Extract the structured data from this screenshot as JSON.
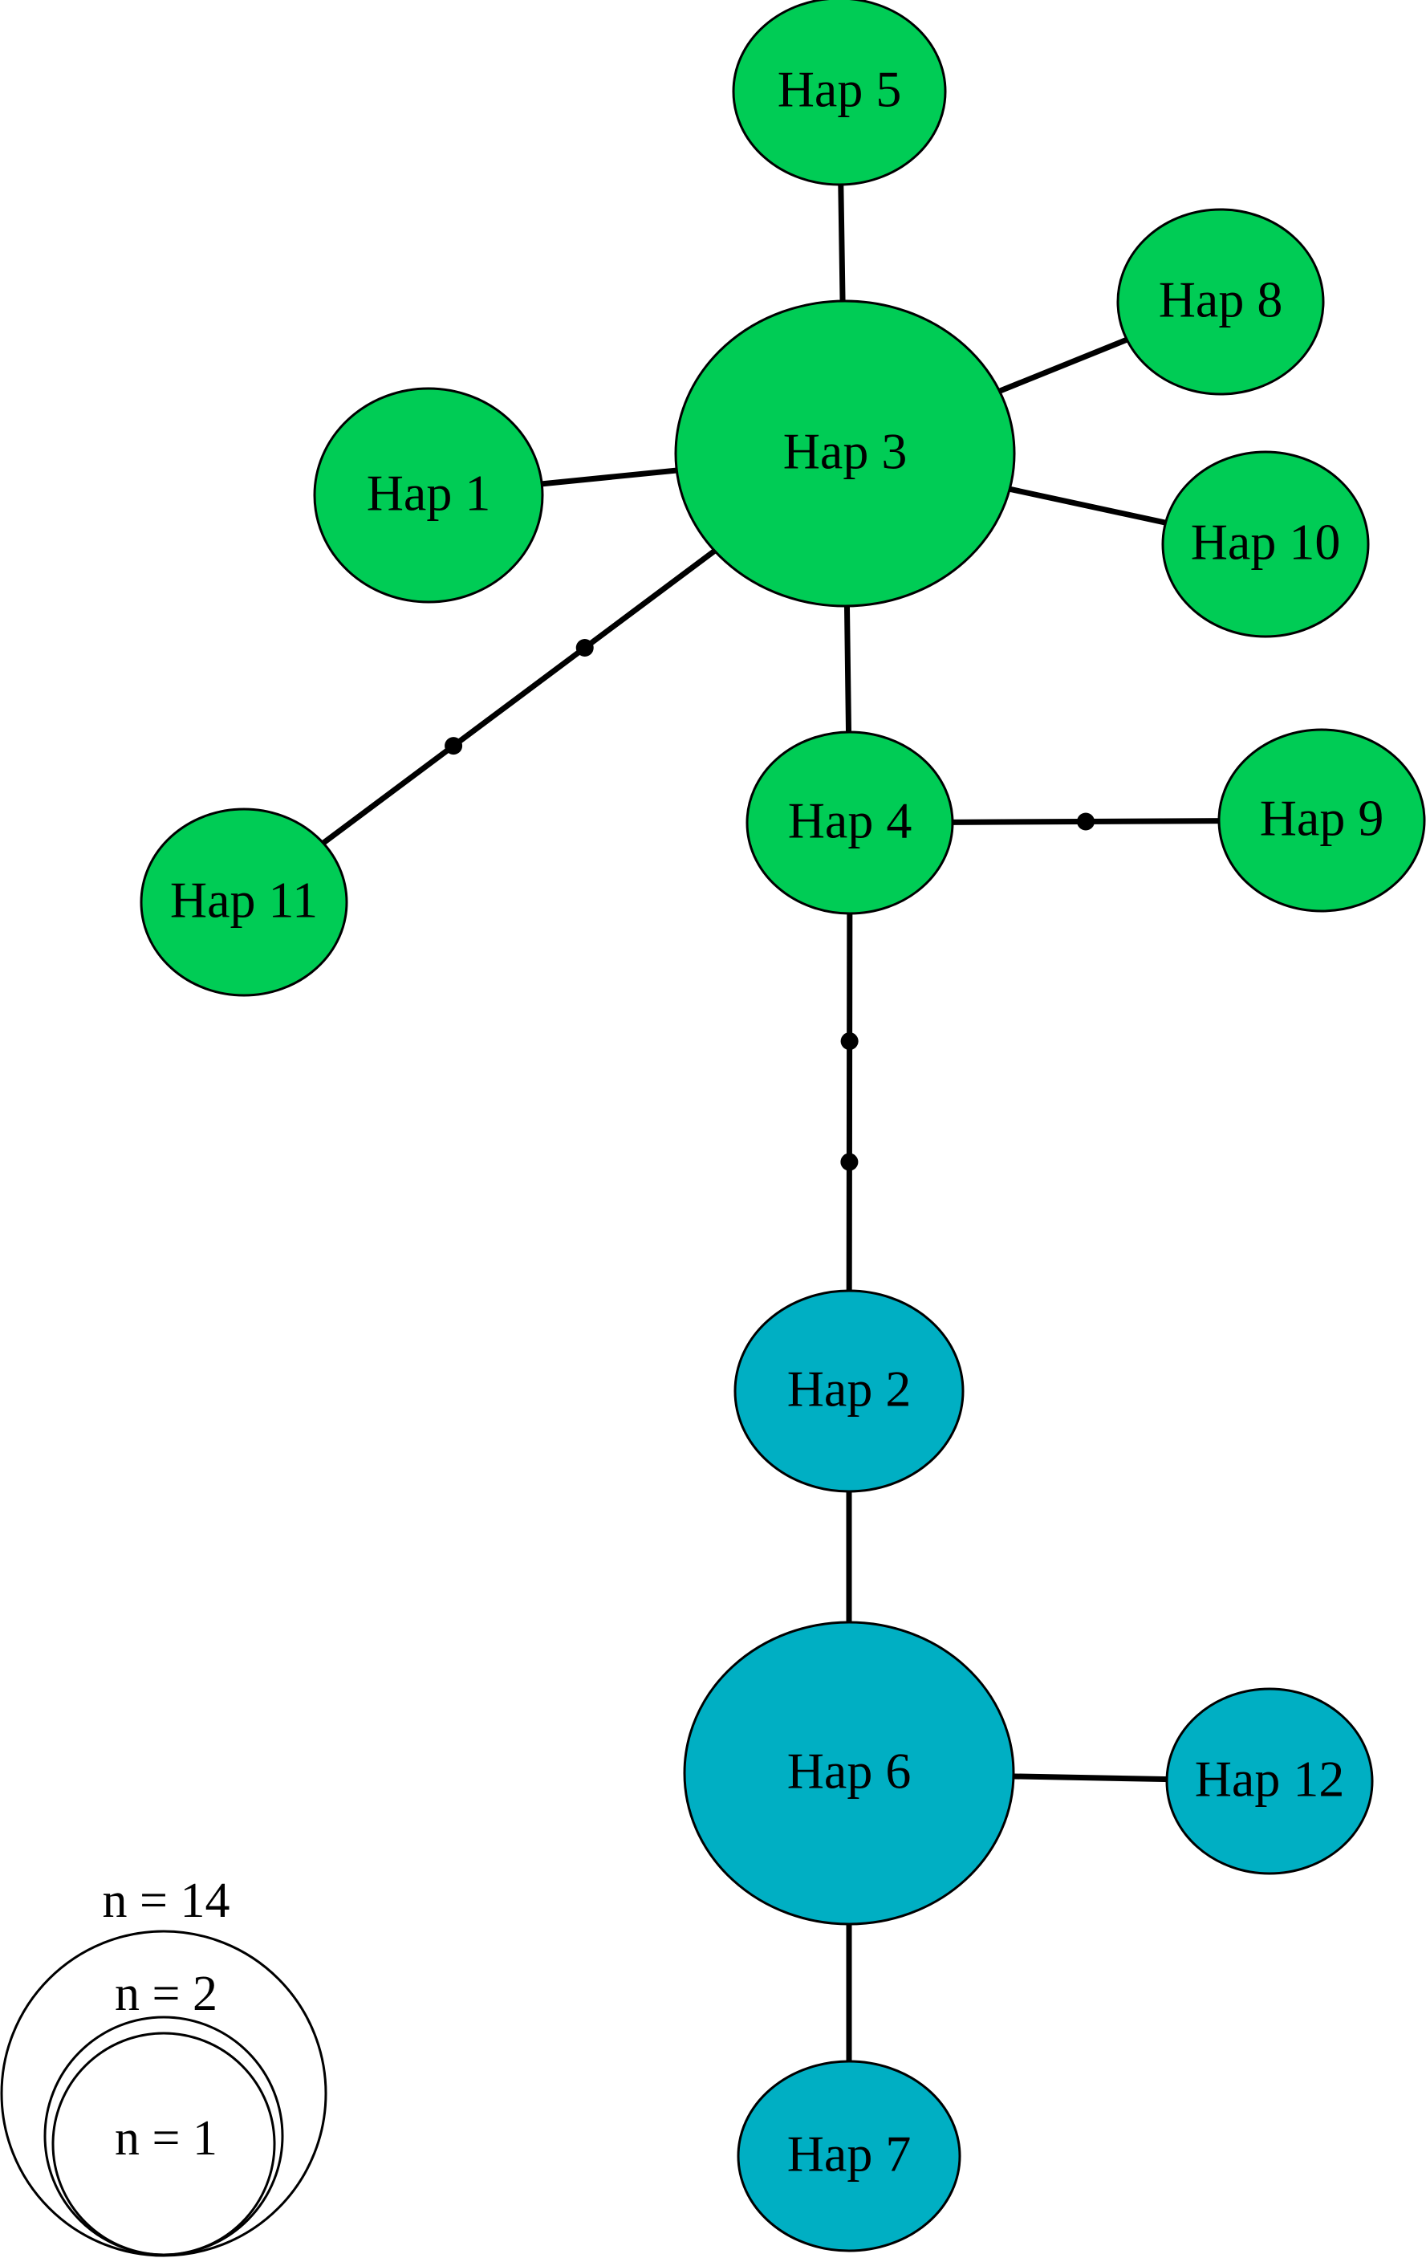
{
  "colors": {
    "group_green": "#00cc55",
    "group_teal": "#00afc3"
  },
  "haplotypes": [
    {
      "id": "hap1",
      "label": "Hap 1",
      "group": "green"
    },
    {
      "id": "hap2",
      "label": "Hap 2",
      "group": "teal"
    },
    {
      "id": "hap3",
      "label": "Hap 3",
      "group": "green"
    },
    {
      "id": "hap4",
      "label": "Hap 4",
      "group": "green"
    },
    {
      "id": "hap5",
      "label": "Hap 5",
      "group": "green"
    },
    {
      "id": "hap6",
      "label": "Hap 6",
      "group": "teal"
    },
    {
      "id": "hap7",
      "label": "Hap 7",
      "group": "teal"
    },
    {
      "id": "hap8",
      "label": "Hap 8",
      "group": "green"
    },
    {
      "id": "hap9",
      "label": "Hap 9",
      "group": "green"
    },
    {
      "id": "hap10",
      "label": "Hap 10",
      "group": "green"
    },
    {
      "id": "hap11",
      "label": "Hap 11",
      "group": "green"
    },
    {
      "id": "hap12",
      "label": "Hap 12",
      "group": "teal"
    }
  ],
  "links": [
    {
      "from": "hap3",
      "to": "hap5",
      "median_vectors": 0
    },
    {
      "from": "hap3",
      "to": "hap8",
      "median_vectors": 0
    },
    {
      "from": "hap3",
      "to": "hap1",
      "median_vectors": 0
    },
    {
      "from": "hap3",
      "to": "hap10",
      "median_vectors": 0
    },
    {
      "from": "hap3",
      "to": "hap11",
      "median_vectors": 2
    },
    {
      "from": "hap3",
      "to": "hap4",
      "median_vectors": 0
    },
    {
      "from": "hap4",
      "to": "hap9",
      "median_vectors": 1
    },
    {
      "from": "hap4",
      "to": "hap2",
      "median_vectors": 2
    },
    {
      "from": "hap2",
      "to": "hap6",
      "median_vectors": 0
    },
    {
      "from": "hap6",
      "to": "hap12",
      "median_vectors": 0
    },
    {
      "from": "hap6",
      "to": "hap7",
      "median_vectors": 0
    }
  ],
  "legend": {
    "large_label": "n = 14",
    "medium_label": "n = 2",
    "small_label": "n = 1"
  }
}
